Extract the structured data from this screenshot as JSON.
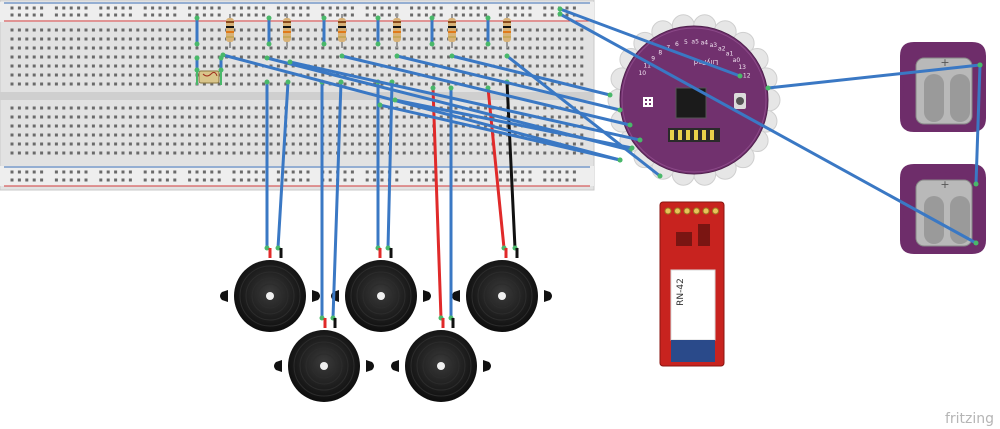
{
  "lilypad": {
    "pin_labels": [
      "10",
      "11",
      "9",
      "8",
      "7",
      "6",
      "5",
      "a5",
      "a4",
      "a3",
      "a2",
      "a1",
      "a0",
      "13",
      "12"
    ],
    "board_text": "LilyPad"
  },
  "bluetooth_module": {
    "label": "RN-42"
  },
  "watermark": "fritzing",
  "colors": {
    "breadboard": "#e4e4e4",
    "lilypad": "#71316e",
    "lilypad_petals": "#e6e6e6",
    "bt_board": "#c8231f",
    "wire_blue": "#3a78c4",
    "wire_red": "#e02a2a",
    "wire_black": "#111111",
    "wire_green": "#49b86a",
    "buzzer": "#111111",
    "coin_cell_holder": "#6e2d6a"
  }
}
